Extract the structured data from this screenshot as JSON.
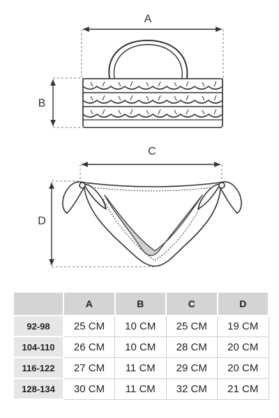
{
  "dimensions": {
    "a": "A",
    "b": "B",
    "c": "C",
    "d": "D"
  },
  "colors": {
    "line": "#333333",
    "header_bg": "#d4d4d4",
    "size_col_bg": "#e6e6e6"
  },
  "table": {
    "headers": [
      "",
      "A",
      "B",
      "C",
      "D"
    ],
    "rows": [
      {
        "size": "92-98",
        "cells": [
          "25 CM",
          "10 CM",
          "25 CM",
          "19 CM"
        ]
      },
      {
        "size": "104-110",
        "cells": [
          "26 CM",
          "10 CM",
          "28 CM",
          "20 CM"
        ]
      },
      {
        "size": "116-122",
        "cells": [
          "27 CM",
          "11 CM",
          "29 CM",
          "20 CM"
        ]
      },
      {
        "size": "128-134",
        "cells": [
          "30 CM",
          "11 CM",
          "32 CM",
          "21 CM"
        ]
      }
    ]
  }
}
